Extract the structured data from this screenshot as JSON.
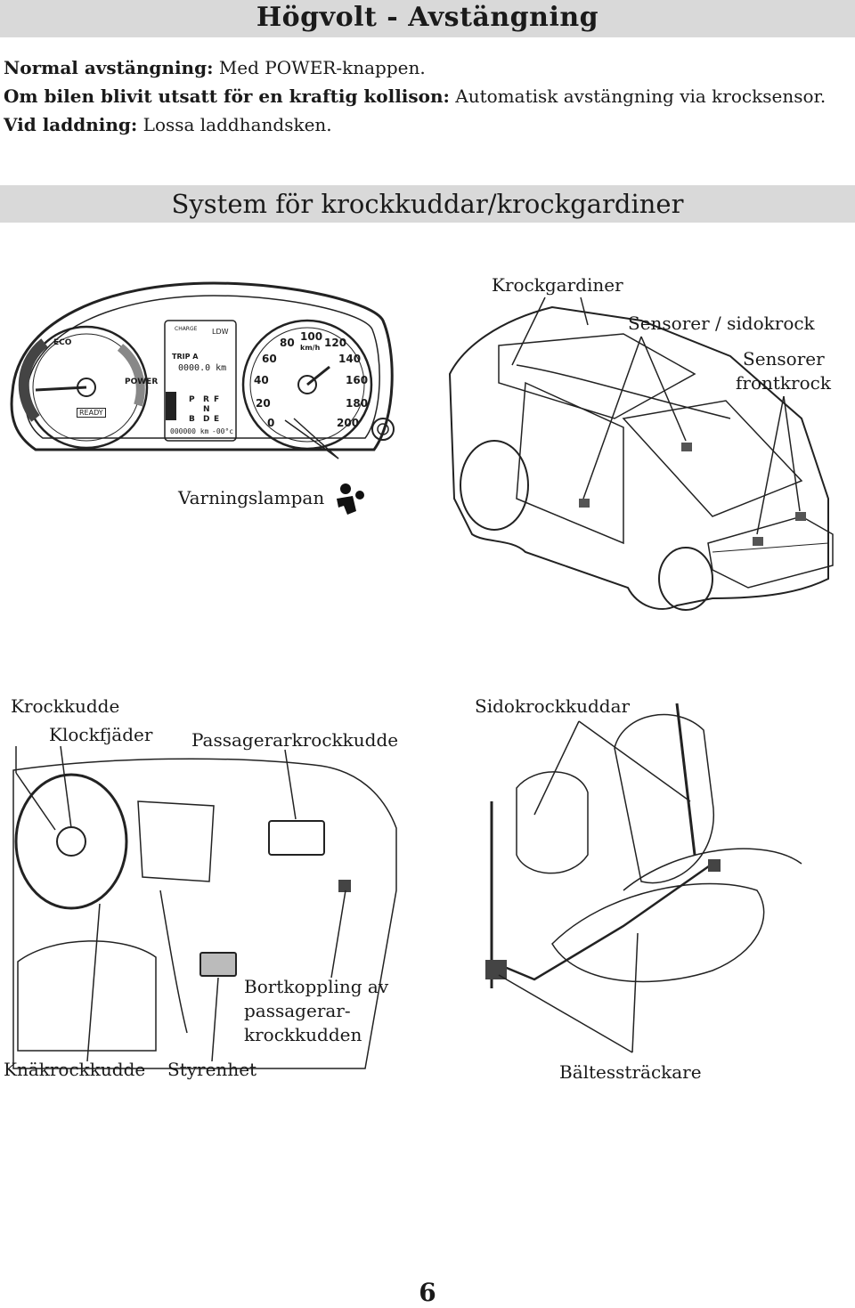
{
  "header": {
    "title": "Högvolt - Avstängning"
  },
  "shutdown": [
    {
      "label": "Normal avstängning:",
      "text": "Med POWER-knappen."
    },
    {
      "label": "Om bilen blivit utsatt för en kraftig kollison:",
      "text": "Automatisk avstängning via krocksensor."
    },
    {
      "label": "Vid laddning:",
      "text": "Lossa laddhandsken."
    }
  ],
  "airbag_section": {
    "title": "System för krockkuddar/krockgardiner",
    "labels": {
      "curtains": "Krockgardiner",
      "side_sensors": "Sensorer / sidokrock",
      "front_sensors_1": "Sensorer",
      "front_sensors_2": "frontkrock",
      "warning_lamp": "Varningslampan",
      "airbag": "Krockkudde",
      "clock_spring": "Klockfjäder",
      "passenger_airbag": "Passagerarkrockkudde",
      "side_airbags": "Sidokrockkuddar",
      "disconnect_1": "Bortkoppling av",
      "disconnect_2": "passagerar-",
      "disconnect_3": "krockkudden",
      "knee_airbag": "Knäkrockkudde",
      "control_unit": "Styrenhet",
      "pretensioner": "Bältessträckare"
    },
    "cluster": {
      "speed_ticks": [
        "0",
        "20",
        "40",
        "60",
        "80",
        "100",
        "120",
        "140",
        "160",
        "180",
        "200"
      ],
      "speed_unit": "km/h",
      "trip": "TRIP A",
      "trip_value": "0000.0 km",
      "odometer": "000000 km",
      "temperature": "-00°c",
      "gear": [
        "P",
        "R",
        "N",
        "B",
        "D",
        "F",
        "E"
      ],
      "ldw": "LDW",
      "ready": "READY",
      "eco": "ECO",
      "power": "POWER",
      "charge": "CHARGE"
    }
  },
  "footer": {
    "page_number": "6"
  }
}
